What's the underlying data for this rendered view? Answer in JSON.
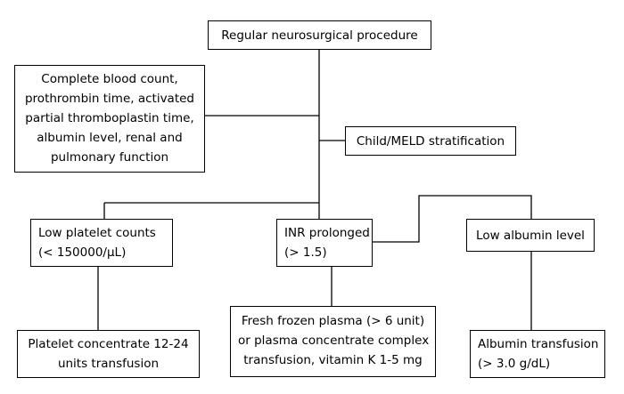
{
  "nodes": {
    "root": {
      "lines": [
        "Regular neurosurgical procedure"
      ]
    },
    "labs": {
      "lines": [
        "Complete blood count,",
        "prothrombin time, activated",
        "partial thromboplastin time,",
        "albumin level, renal and",
        "pulmonary function"
      ]
    },
    "child_meld": {
      "lines": [
        "Child/MELD stratification"
      ]
    },
    "low_platelet": {
      "lines": [
        "Low platelet counts",
        "(< 150000/µL)"
      ]
    },
    "inr": {
      "lines": [
        "INR prolonged",
        "(> 1.5)"
      ]
    },
    "low_albumin": {
      "lines": [
        "Low albumin level"
      ]
    },
    "platelet_tx": {
      "lines": [
        "Platelet concentrate 12-24",
        "units transfusion"
      ]
    },
    "ffp_tx": {
      "lines": [
        "Fresh frozen plasma (> 6 unit)",
        "or plasma concentrate complex",
        "transfusion, vitamin K 1-5 mg"
      ]
    },
    "albumin_tx": {
      "lines": [
        "Albumin transfusion",
        "(> 3.0 g/dL)"
      ]
    }
  }
}
